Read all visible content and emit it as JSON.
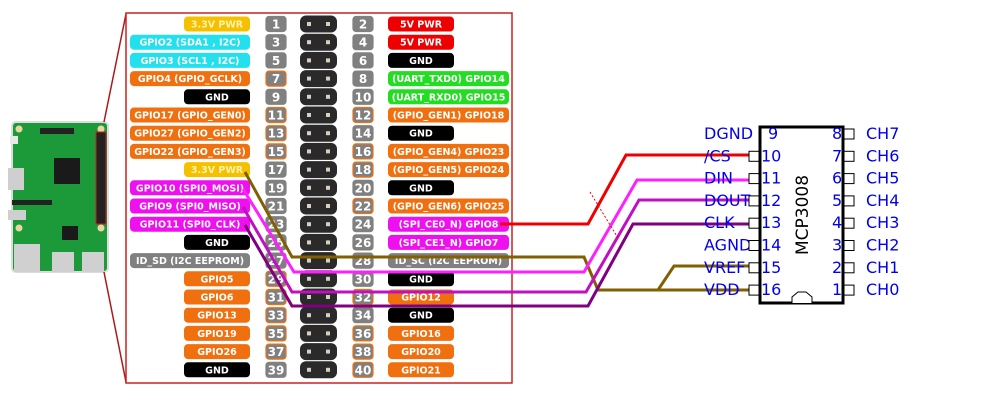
{
  "colors": {
    "power33": "#f5c000",
    "power5": "#ee0000",
    "i2c": "#22e0ee",
    "gpio": "#f07010",
    "gnd": "#000000",
    "uart": "#22dd22",
    "spi": "#ee10ee",
    "eeprom": "#808080",
    "pin_num_gray": "#808080",
    "pin_num_orange_border": "#f07010",
    "frame": "#cc2020",
    "chip_label": "#0000ee",
    "wire_cs": "#ee0000",
    "wire_din": "#ff20ff",
    "wire_dout": "#c010c0",
    "wire_clk": "#800080",
    "wire_vref_vdd": "#806000"
  },
  "header": {
    "left": [
      {
        "pin": "1",
        "label": "3.3V PWR",
        "type": "power33"
      },
      {
        "pin": "3",
        "label": "GPIO2 (SDA1 , I2C)",
        "type": "i2c"
      },
      {
        "pin": "5",
        "label": "GPIO3 (SCL1 , I2C)",
        "type": "i2c"
      },
      {
        "pin": "7",
        "label": "GPIO4 (GPIO_GCLK)",
        "type": "gpio"
      },
      {
        "pin": "9",
        "label": "GND",
        "type": "gnd"
      },
      {
        "pin": "11",
        "label": "GPIO17 (GPIO_GEN0)",
        "type": "gpio"
      },
      {
        "pin": "13",
        "label": "GPIO27 (GPIO_GEN2)",
        "type": "gpio"
      },
      {
        "pin": "15",
        "label": "GPIO22 (GPIO_GEN3)",
        "type": "gpio"
      },
      {
        "pin": "17",
        "label": "3.3V PWR",
        "type": "power33"
      },
      {
        "pin": "19",
        "label": "GPIO10 (SPI0_MOSI)",
        "type": "spi"
      },
      {
        "pin": "21",
        "label": "GPIO9 (SPI0_MISO)",
        "type": "spi"
      },
      {
        "pin": "23",
        "label": "GPIO11 (SPI0_CLK)",
        "type": "spi"
      },
      {
        "pin": "25",
        "label": "GND",
        "type": "gnd"
      },
      {
        "pin": "27",
        "label": "ID_SD (I2C EEPROM)",
        "type": "eeprom"
      },
      {
        "pin": "29",
        "label": "GPIO5",
        "type": "gpio"
      },
      {
        "pin": "31",
        "label": "GPIO6",
        "type": "gpio"
      },
      {
        "pin": "33",
        "label": "GPIO13",
        "type": "gpio"
      },
      {
        "pin": "35",
        "label": "GPIO19",
        "type": "gpio"
      },
      {
        "pin": "37",
        "label": "GPIO26",
        "type": "gpio"
      },
      {
        "pin": "39",
        "label": "GND",
        "type": "gnd"
      }
    ],
    "right": [
      {
        "pin": "2",
        "label": "5V PWR",
        "type": "power5"
      },
      {
        "pin": "4",
        "label": "5V PWR",
        "type": "power5"
      },
      {
        "pin": "6",
        "label": "GND",
        "type": "gnd"
      },
      {
        "pin": "8",
        "label": "(UART_TXD0) GPIO14",
        "type": "uart"
      },
      {
        "pin": "10",
        "label": "(UART_RXD0) GPIO15",
        "type": "uart"
      },
      {
        "pin": "12",
        "label": "(GPIO_GEN1) GPIO18",
        "type": "gpio"
      },
      {
        "pin": "14",
        "label": "GND",
        "type": "gnd"
      },
      {
        "pin": "16",
        "label": "(GPIO_GEN4) GPIO23",
        "type": "gpio"
      },
      {
        "pin": "18",
        "label": "(GPIO_GEN5) GPIO24",
        "type": "gpio"
      },
      {
        "pin": "20",
        "label": "GND",
        "type": "gnd"
      },
      {
        "pin": "22",
        "label": "(GPIO_GEN6) GPIO25",
        "type": "gpio"
      },
      {
        "pin": "24",
        "label": "(SPI_CE0_N) GPIO8",
        "type": "spi"
      },
      {
        "pin": "26",
        "label": "(SPI_CE1_N) GPIO7",
        "type": "spi"
      },
      {
        "pin": "28",
        "label": "ID_SC (I2C EEPROM)",
        "type": "eeprom"
      },
      {
        "pin": "30",
        "label": "GND",
        "type": "gnd"
      },
      {
        "pin": "32",
        "label": "GPIO12",
        "type": "gpio"
      },
      {
        "pin": "34",
        "label": "GND",
        "type": "gnd"
      },
      {
        "pin": "36",
        "label": "GPIO16",
        "type": "gpio"
      },
      {
        "pin": "38",
        "label": "GPIO20",
        "type": "gpio"
      },
      {
        "pin": "40",
        "label": "GPIO21",
        "type": "gpio"
      }
    ]
  },
  "chip": {
    "name": "MCP3008",
    "left_pins": [
      {
        "name": "DGND",
        "num": "9"
      },
      {
        "name": "/CS",
        "num": "10"
      },
      {
        "name": "DIN",
        "num": "11"
      },
      {
        "name": "DOUT",
        "num": "12"
      },
      {
        "name": "CLK",
        "num": "13"
      },
      {
        "name": "AGND",
        "num": "14"
      },
      {
        "name": "VREF",
        "num": "15"
      },
      {
        "name": "VDD",
        "num": "16"
      }
    ],
    "right_pins": [
      {
        "num": "8",
        "name": "CH7"
      },
      {
        "num": "7",
        "name": "CH6"
      },
      {
        "num": "6",
        "name": "CH5"
      },
      {
        "num": "5",
        "name": "CH4"
      },
      {
        "num": "4",
        "name": "CH3"
      },
      {
        "num": "3",
        "name": "CH2"
      },
      {
        "num": "2",
        "name": "CH1"
      },
      {
        "num": "1",
        "name": "CH0"
      }
    ]
  },
  "wires": [
    {
      "name": "wire-cs",
      "from": "24",
      "to": "/CS",
      "color_key": "wire_cs"
    },
    {
      "name": "wire-din",
      "from": "19",
      "to": "DIN",
      "color_key": "wire_din"
    },
    {
      "name": "wire-dout",
      "from": "21",
      "to": "DOUT",
      "color_key": "wire_dout"
    },
    {
      "name": "wire-clk",
      "from": "23",
      "to": "CLK",
      "color_key": "wire_clk"
    },
    {
      "name": "wire-vref",
      "from": "17",
      "to": "VREF",
      "color_key": "wire_vref_vdd"
    },
    {
      "name": "wire-vdd",
      "from": "17",
      "to": "VDD",
      "color_key": "wire_vref_vdd"
    }
  ]
}
